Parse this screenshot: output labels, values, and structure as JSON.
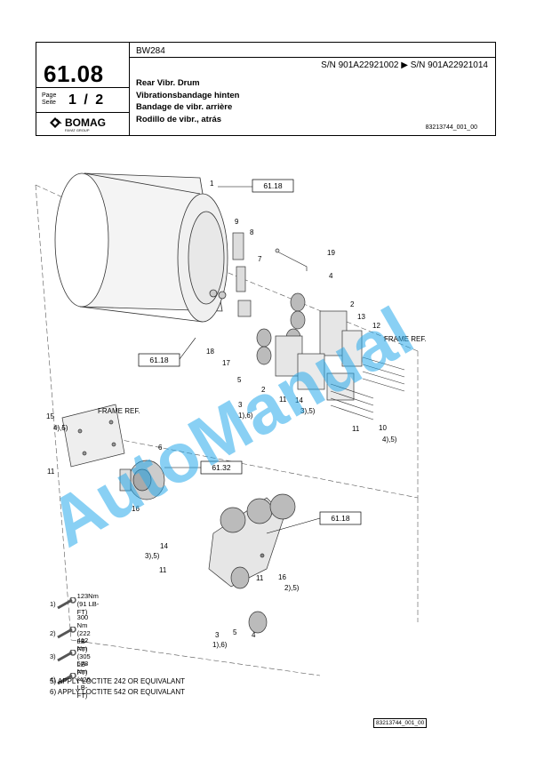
{
  "header": {
    "model": "BW284",
    "serial_range": "S/N 901A22921002  ▶  S/N 901A22921014",
    "chapter": "61.08",
    "page_label_de": "Seite",
    "page_label_en": "Page",
    "page_number": "1 / 2",
    "logo_text": "BOMAG",
    "logo_sub": "FAYAT GROUP",
    "title_en": "Rear Vibr. Drum",
    "title_de": "Vibrationsbandage hinten",
    "title_fr": "Bandage de vibr. arrière",
    "title_es": "Rodillo de vibr., atrás",
    "doc_ref": "83213744_001_00"
  },
  "callouts": {
    "ref_61_18_top": "61.18",
    "ref_61_18_left": "61.18",
    "ref_61_32": "61.32",
    "ref_61_18_bottom": "61.18",
    "frame_ref_right": "FRAME REF.",
    "frame_ref_left": "FRAME REF.",
    "n1": "1",
    "n2": "2",
    "n4a": "4",
    "n4b": "4",
    "n5a": "5",
    "n5b": "5",
    "n6": "6",
    "n7": "7",
    "n8": "8",
    "n9": "9",
    "n10": "10",
    "n11a": "11",
    "n11b": "11",
    "n11c": "11",
    "n11d": "11",
    "n11e": "11",
    "n12": "12",
    "n13": "13",
    "n14a": "14",
    "n14b": "14",
    "n15": "15",
    "n16a": "16",
    "n16b": "16",
    "n17": "17",
    "n18": "18",
    "n19": "19",
    "n3a": "3",
    "n3b": "3",
    "n16_note": "2),5)",
    "n14b_note": "3),5)",
    "n14a_note": "3),5)",
    "n3a_note": "1),6)",
    "n3b_note": "1),6)",
    "n10_note": "4),5)",
    "n15_note": "4),5)"
  },
  "legend": {
    "items": [
      {
        "num": "1)",
        "torque": "123Nm (91 LB-FT)"
      },
      {
        "num": "2)",
        "torque": "300 Nm (222 LB-FT)"
      },
      {
        "num": "3)",
        "torque": "412 Nm (305 LB-FT)"
      },
      {
        "num": "4)",
        "torque": "578 Nm (426 LB-FT)"
      }
    ],
    "note5": "5) APPLY LOCTITE 242 OR EQUIVALANT",
    "note6": "6) APPLY LOCTITE 542 OR EQUIVALANT"
  },
  "footer_ref": "83213744_001_00",
  "watermark": "AutoManual",
  "colors": {
    "watermark": "#28AAEB"
  }
}
